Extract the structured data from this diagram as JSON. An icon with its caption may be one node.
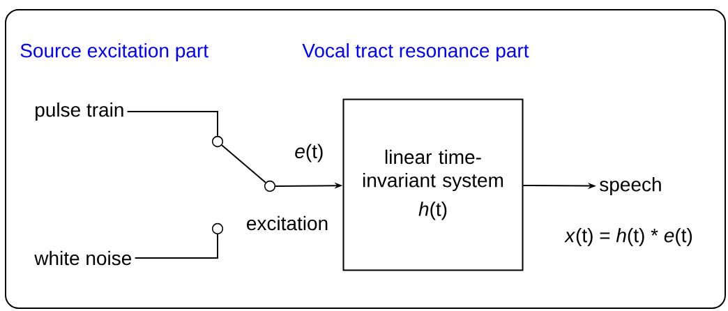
{
  "diagram": {
    "nodes": [
      {
        "text": [
          "pulse train"
        ]
      },
      {
        "text": [
          "white noise"
        ]
      },
      {
        "text": [],
        "shape": "circle"
      },
      {
        "text": [],
        "shape": "circle"
      },
      {
        "text": [],
        "shape": "circle",
        "beside": [
          "excitation"
        ]
      },
      {
        "text": [
          "linear time-invariant system",
          "*h*(t)"
        ]
      },
      {
        "text": [
          "speech"
        ],
        "beside": [
          "*x*(t) = *h*(t) * *e*(t)"
        ]
      }
    ],
    "edges": [
      {
        "from": 0,
        "to": 2,
        "arrow": "none"
      },
      {
        "from": 1,
        "to": 3,
        "arrow": "none"
      },
      {
        "from": 2,
        "to": 4,
        "arrow": "none"
      },
      {
        "from": 4,
        "to": 5,
        "arrow": "to",
        "label": "*e*(t)"
      },
      {
        "from": 5,
        "to": 6,
        "arrow": "to"
      }
    ],
    "labels": [
      "Source excitation part",
      "Vocal tract resonance part"
    ]
  }
}
